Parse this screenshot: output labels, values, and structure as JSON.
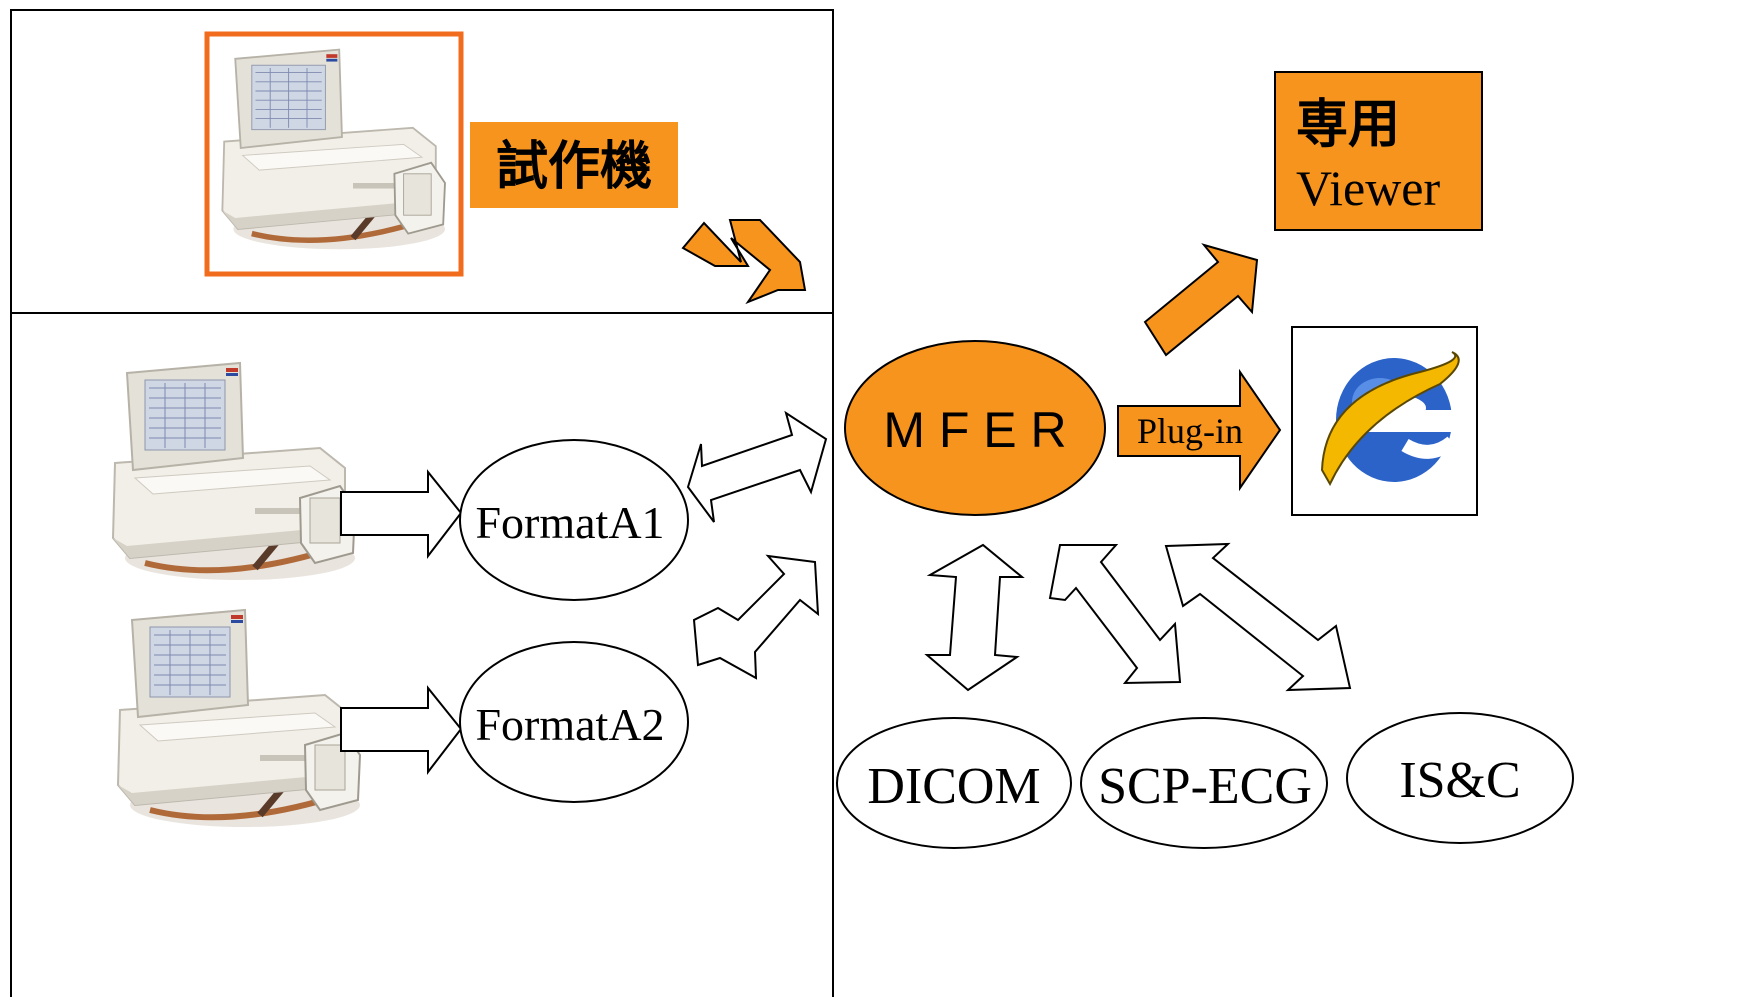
{
  "colors": {
    "accent_orange": "#F7941D",
    "frame_orange": "#F26C1D",
    "line": "#000000",
    "ie_blue": "#2B63C9"
  },
  "prototype_label": "試作機",
  "viewer": {
    "line1": "専用",
    "line2": "Viewer"
  },
  "mfer_label": "M F E R",
  "plugin_label": "Plug-in",
  "formats": [
    "FormatA1",
    "FormatA2"
  ],
  "standards": [
    "DICOM",
    "SCP-ECG",
    "IS&C"
  ],
  "icons": {
    "browser": "internet-explorer-icon",
    "device": "ecg-monitor-icon"
  }
}
